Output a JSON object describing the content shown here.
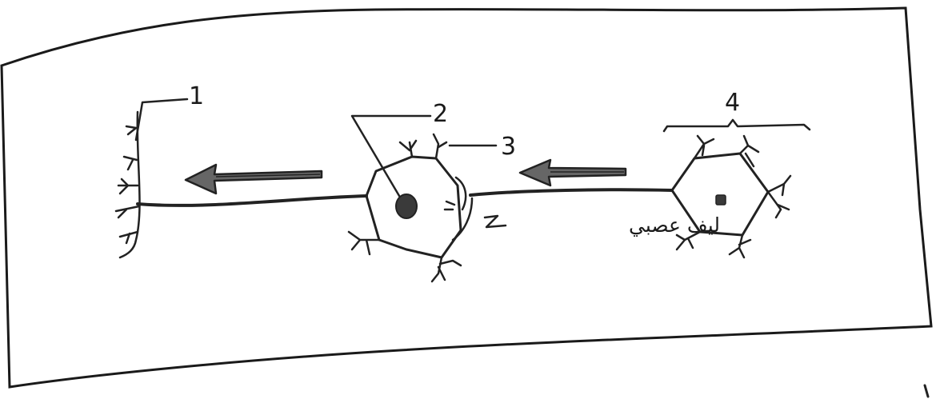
{
  "labels": {
    "one": "1",
    "two": "2",
    "three": "3",
    "four": "4",
    "fiber": "ليف عصبي"
  },
  "colors": {
    "ink": "#222222",
    "arrow_fill": "#666666",
    "paper": "#ffffff"
  }
}
